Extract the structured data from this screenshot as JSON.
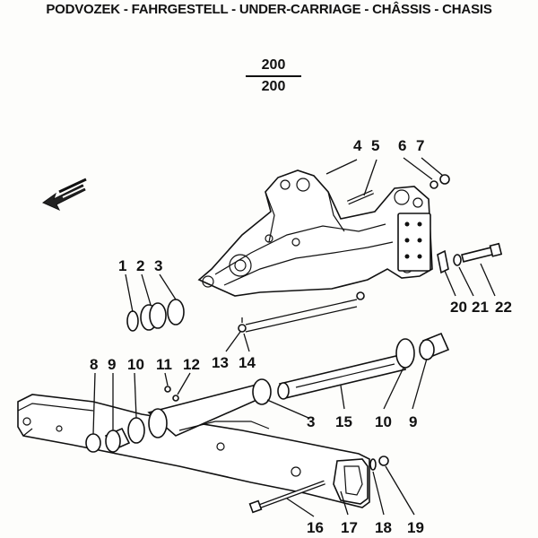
{
  "title": "PODVOZEK - FAHRGESTELL - UNDER-CARRIAGE - CHÂSSIS - CHASIS",
  "fraction": {
    "numerator": "200",
    "denominator": "200"
  },
  "callouts": {
    "c1": "1",
    "c2": "2",
    "c3a": "3",
    "c3b": "3",
    "c4": "4",
    "c5": "5",
    "c6": "6",
    "c7": "7",
    "c8": "8",
    "c9a": "9",
    "c9b": "9",
    "c10a": "10",
    "c10b": "10",
    "c11": "11",
    "c12": "12",
    "c13": "13",
    "c14": "14",
    "c15": "15",
    "c16": "16",
    "c17": "17",
    "c18": "18",
    "c19": "19",
    "c20": "20",
    "c21": "21",
    "c22": "22"
  }
}
